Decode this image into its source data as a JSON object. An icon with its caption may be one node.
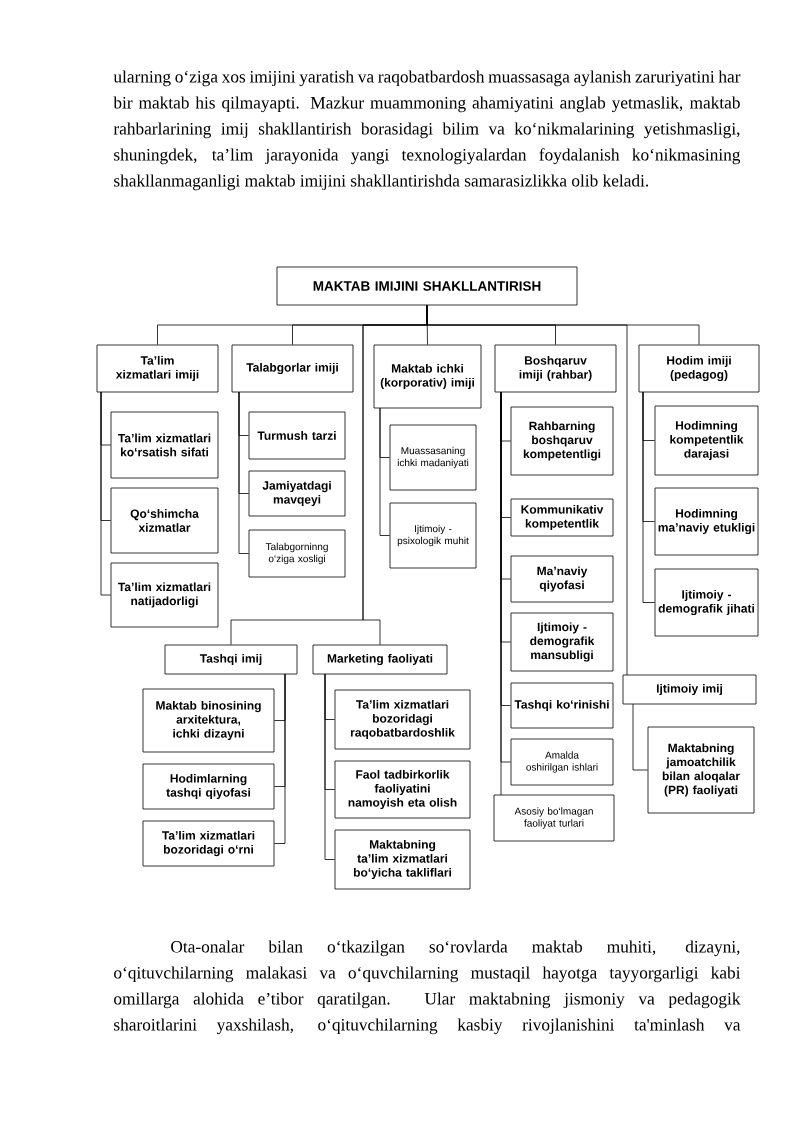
{
  "diagram": {
    "nodes": [
      {
        "text": [
          "MAKTAB IMIJINI SHAKLLANTIRISH"
        ]
      },
      {
        "text": [
          "Ta’lim xizmatlari imiji"
        ]
      },
      {
        "text": [
          "Talabgorlar imiji"
        ]
      },
      {
        "text": [
          "Maktab ichki (korporativ) imiji"
        ]
      },
      {
        "text": [
          "Boshqaruv imiji (rahbar)"
        ]
      },
      {
        "text": [
          "Hodim imiji (pedagog)"
        ]
      },
      {
        "text": [
          "Ta’lim xizmatlari ko‘rsatish sifati"
        ]
      },
      {
        "text": [
          "Qo‘shimcha xizmatlar"
        ]
      },
      {
        "text": [
          "Ta’lim xizmatlari natijadorligi"
        ]
      },
      {
        "text": [
          "Turmush tarzi"
        ]
      },
      {
        "text": [
          "Jamiyatdagi mavqeyi"
        ]
      },
      {
        "text": [
          "Talabgorninng o‘ziga xosligi"
        ]
      },
      {
        "text": [
          "Muassasaning ichki madaniyati"
        ]
      },
      {
        "text": [
          "Ijtimoiy -psixologik muhit"
        ]
      },
      {
        "text": [
          "Rahbarning boshqaruv kompetentligi"
        ]
      },
      {
        "text": [
          "Kommunikativ kompetentlik"
        ]
      },
      {
        "text": [
          "Ma’naviy qiyofasi"
        ]
      },
      {
        "text": [
          "Ijtimoiy -demografik mansubligi"
        ]
      },
      {
        "text": [
          "Tashqi ko‘rinishi"
        ]
      },
      {
        "text": [
          "Amalda oshirilgan ishlari"
        ]
      },
      {
        "text": [
          "Asosiy bo‘lmagan faoliyat turlari"
        ]
      },
      {
        "text": [
          "Hodimning kompetentlik darajasi"
        ]
      },
      {
        "text": [
          "Hodimning ma’naviy etukligi"
        ]
      },
      {
        "text": [
          "Ijtimoiy -demografik jihati"
        ]
      },
      {
        "text": [
          "Tashqi imij"
        ]
      },
      {
        "text": [
          "Marketing faoliyati"
        ]
      },
      {
        "text": [
          "Ijtimoiy imij"
        ]
      },
      {
        "text": [
          "Maktab binosining arxitektura, ichki dizayni"
        ]
      },
      {
        "text": [
          "Hodimlarning tashqi qiyofasi"
        ]
      },
      {
        "text": [
          "Ta’lim xizmatlari bozoridagi o‘rni"
        ]
      },
      {
        "text": [
          "Ta’lim xizmatlari bozoridagi raqobatbardoshlik"
        ]
      },
      {
        "text": [
          "Faol tadbirkorlik faoliyatini namoyish eta olish"
        ]
      },
      {
        "text": [
          "Maktabning ta’lim xizmatlari bo‘yicha takliflari"
        ]
      },
      {
        "text": [
          "Maktabning jamoatchilik bilan aloqalar (PR) faoliyati"
        ]
      }
    ],
    "edges": [
      {
        "from": 0,
        "to": 1,
        "arrow": "none"
      },
      {
        "from": 0,
        "to": 2,
        "arrow": "none"
      },
      {
        "from": 0,
        "to": 3,
        "arrow": "none"
      },
      {
        "from": 0,
        "to": 4,
        "arrow": "none"
      },
      {
        "from": 0,
        "to": 5,
        "arrow": "none"
      },
      {
        "from": 0,
        "to": 24,
        "arrow": "none"
      },
      {
        "from": 0,
        "to": 25,
        "arrow": "none"
      },
      {
        "from": 0,
        "to": 26,
        "arrow": "none"
      },
      {
        "from": 1,
        "to": 6,
        "arrow": "none"
      },
      {
        "from": 1,
        "to": 7,
        "arrow": "none"
      },
      {
        "from": 1,
        "to": 8,
        "arrow": "none"
      },
      {
        "from": 2,
        "to": 9,
        "arrow": "none"
      },
      {
        "from": 2,
        "to": 10,
        "arrow": "none"
      },
      {
        "from": 2,
        "to": 11,
        "arrow": "none"
      },
      {
        "from": 3,
        "to": 12,
        "arrow": "none"
      },
      {
        "from": 3,
        "to": 13,
        "arrow": "none"
      },
      {
        "from": 4,
        "to": 14,
        "arrow": "none"
      },
      {
        "from": 4,
        "to": 15,
        "arrow": "none"
      },
      {
        "from": 4,
        "to": 16,
        "arrow": "none"
      },
      {
        "from": 4,
        "to": 17,
        "arrow": "none"
      },
      {
        "from": 4,
        "to": 18,
        "arrow": "none"
      },
      {
        "from": 4,
        "to": 19,
        "arrow": "none"
      },
      {
        "from": 4,
        "to": 20,
        "arrow": "none"
      },
      {
        "from": 5,
        "to": 21,
        "arrow": "none"
      },
      {
        "from": 5,
        "to": 22,
        "arrow": "none"
      },
      {
        "from": 5,
        "to": 23,
        "arrow": "none"
      },
      {
        "from": 24,
        "to": 27,
        "arrow": "none"
      },
      {
        "from": 24,
        "to": 28,
        "arrow": "none"
      },
      {
        "from": 24,
        "to": 29,
        "arrow": "none"
      },
      {
        "from": 25,
        "to": 30,
        "arrow": "none"
      },
      {
        "from": 25,
        "to": 31,
        "arrow": "none"
      },
      {
        "from": 25,
        "to": 32,
        "arrow": "none"
      },
      {
        "from": 26,
        "to": 33,
        "arrow": "none"
      }
    ],
    "labels": [
      "ularning o‘ziga xos imijini yaratish va raqobatbardosh muassasaga aylanish zaruriyatini har bir maktab his qilmayapti. Mazkur muammoning ahamiyatini anglab yetmaslik, maktab rahbarlarining imij shakllantirish borasidagi bilim va ko‘nikmalarining yetishmasligi, shuningdek, ta’lim jarayonida yangi texnologiyalardan foydalanish ko‘nikmasining shakllanmaganligi maktab imijini shakllantirishda samarasizlikka olib keladi.",
      "Ota-onalar bilan o‘tkazilgan so‘rovlarda maktab muhiti, dizayni, o‘qituvchilarning malakasi va o‘quvchilarning mustaqil hayotga tayyorgarligi kabi omillarga alohida e’tibor qaratilgan. Ular maktabning jismoniy va pedagogik sharoitlarini yaxshilash, o‘qituvchilarning kasbiy rivojlanishini ta'minlash va"
    ]
  }
}
